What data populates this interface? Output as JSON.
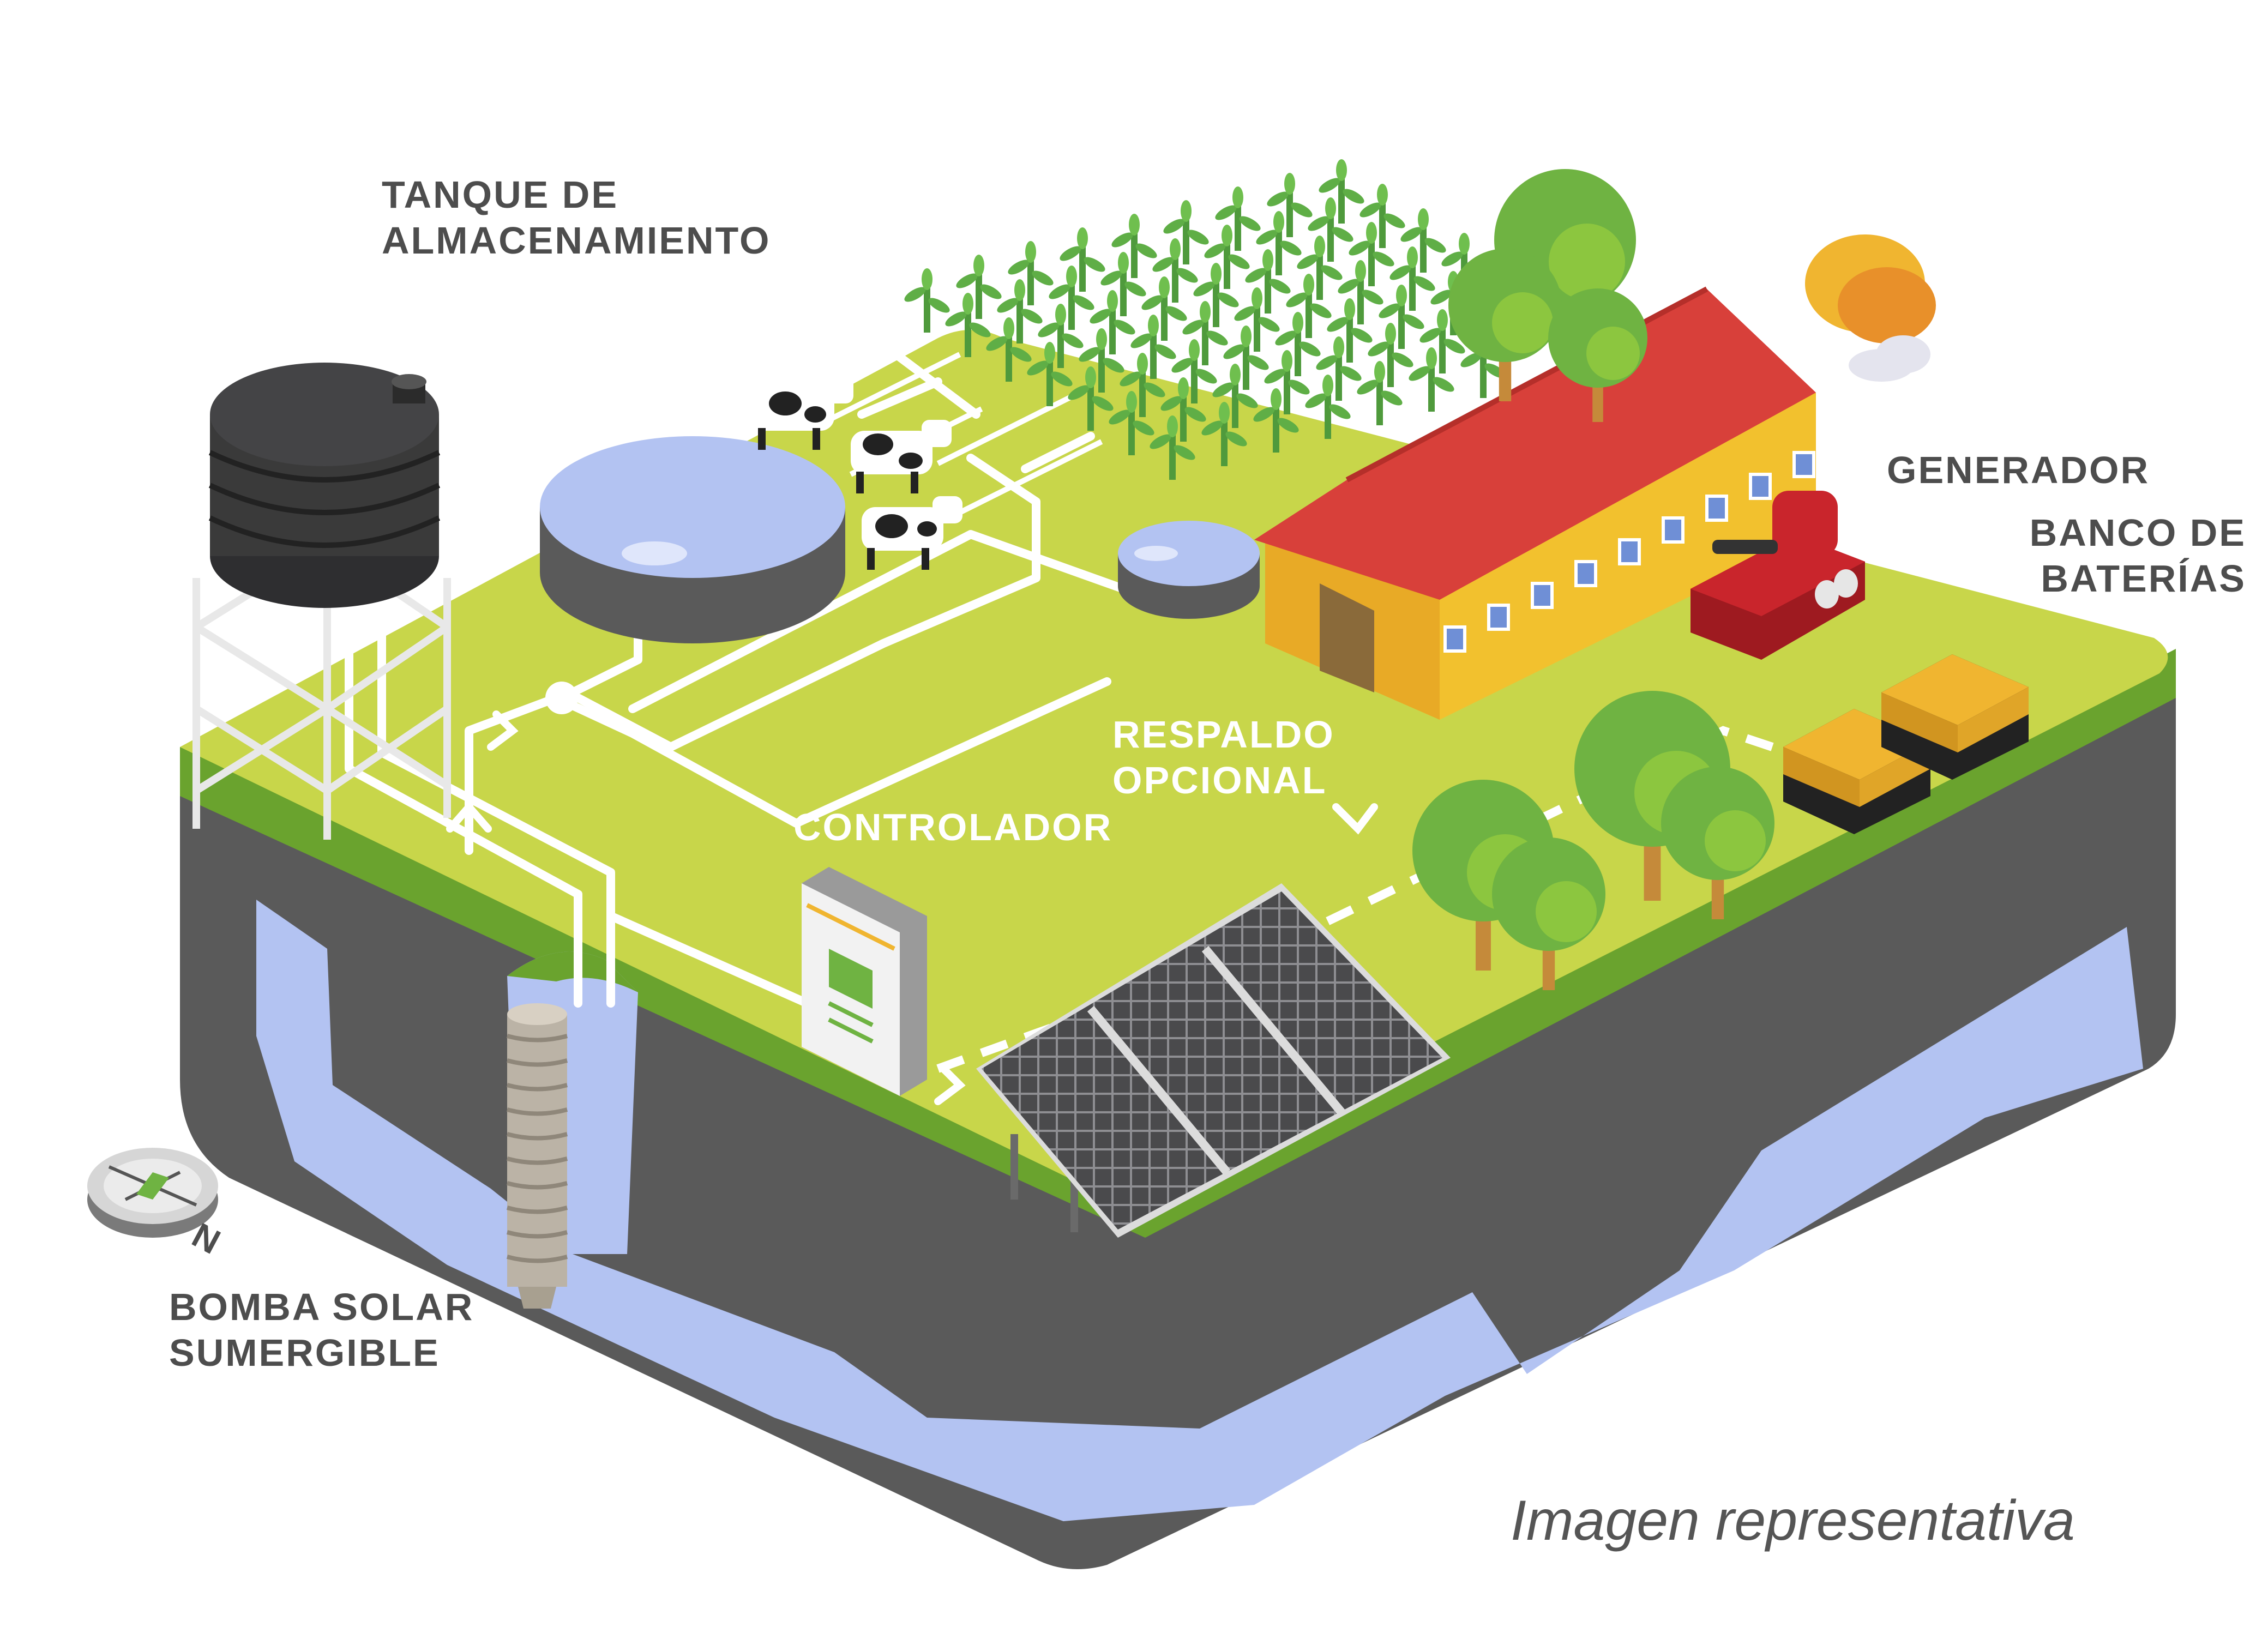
{
  "labels": {
    "storage_tank": [
      "TANQUE DE",
      "ALMACENAMIENTO"
    ],
    "generator": "GENERADOR",
    "battery_bank": [
      "BANCO DE",
      "BATERÍAS"
    ],
    "optional_backup": [
      "RESPALDO",
      "OPCIONAL"
    ],
    "controller": "CONTROLADOR",
    "submersible_pump": [
      "BOMBA SOLAR",
      "SUMERGIBLE"
    ]
  },
  "caption": "Imagen representativa",
  "compass_letter": "N",
  "colors": {
    "grass": "#c8d64a",
    "grass_edge": "#6aa32e",
    "soil": "#5a5a5a",
    "water": "#b3c3f2",
    "pipe": "#ffffff",
    "roof": "#d8403a",
    "barn_wall": "#f2c12e",
    "generator": "#c9252c",
    "battery": "#f0b530",
    "tree": "#6fb342",
    "crop": "#4f9a3c",
    "tank": "#3a3a3a",
    "label_text": "#4d4d4d"
  }
}
